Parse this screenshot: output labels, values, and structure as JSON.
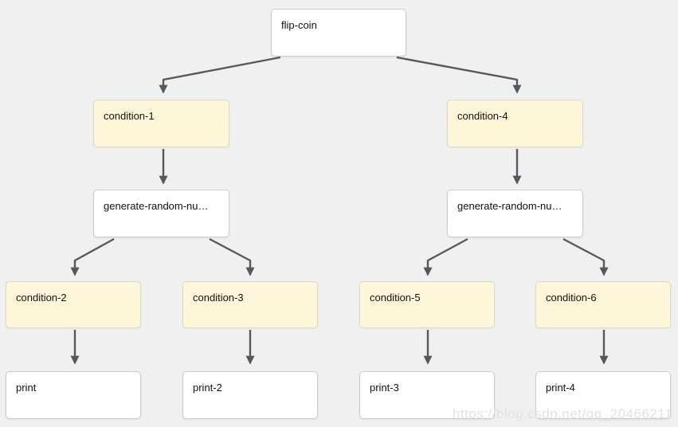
{
  "page": {
    "background_color": "#f0f0f0"
  },
  "diagram": {
    "nodes": [
      {
        "id": "flip-coin",
        "label": "flip-coin",
        "type": "action"
      },
      {
        "id": "condition-1",
        "label": "condition-1",
        "type": "condition"
      },
      {
        "id": "condition-4",
        "label": "condition-4",
        "type": "condition"
      },
      {
        "id": "generate-1",
        "label": "generate-random-nu…",
        "type": "action"
      },
      {
        "id": "generate-2",
        "label": "generate-random-nu…",
        "type": "action"
      },
      {
        "id": "condition-2",
        "label": "condition-2",
        "type": "condition"
      },
      {
        "id": "condition-3",
        "label": "condition-3",
        "type": "condition"
      },
      {
        "id": "condition-5",
        "label": "condition-5",
        "type": "condition"
      },
      {
        "id": "condition-6",
        "label": "condition-6",
        "type": "condition"
      },
      {
        "id": "print",
        "label": "print",
        "type": "action"
      },
      {
        "id": "print-2",
        "label": "print-2",
        "type": "action"
      },
      {
        "id": "print-3",
        "label": "print-3",
        "type": "action"
      },
      {
        "id": "print-4",
        "label": "print-4",
        "type": "action"
      }
    ],
    "edges": [
      {
        "from": "flip-coin",
        "to": "condition-1"
      },
      {
        "from": "flip-coin",
        "to": "condition-4"
      },
      {
        "from": "condition-1",
        "to": "generate-1"
      },
      {
        "from": "condition-4",
        "to": "generate-2"
      },
      {
        "from": "generate-1",
        "to": "condition-2"
      },
      {
        "from": "generate-1",
        "to": "condition-3"
      },
      {
        "from": "generate-2",
        "to": "condition-5"
      },
      {
        "from": "generate-2",
        "to": "condition-6"
      },
      {
        "from": "condition-2",
        "to": "print"
      },
      {
        "from": "condition-3",
        "to": "print-2"
      },
      {
        "from": "condition-5",
        "to": "print-3"
      },
      {
        "from": "condition-6",
        "to": "print-4"
      }
    ],
    "colors": {
      "action_fill": "#ffffff",
      "action_border": "#cccccc",
      "condition_fill": "#fdf6d8",
      "condition_border": "#ddd9c3",
      "connector": "#55595f"
    }
  },
  "watermark": {
    "text": "https://blog.csdn.net/qq_20466211",
    "color": "#e2e2e2"
  }
}
